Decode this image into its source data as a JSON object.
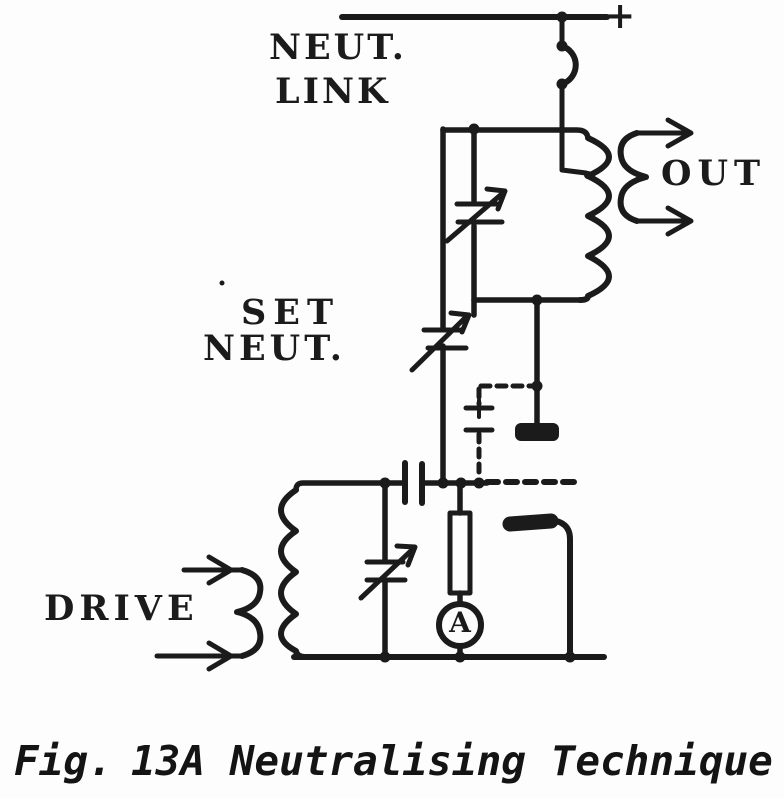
{
  "diagram": {
    "labels": {
      "neut": "NEUT.",
      "link": "LINK",
      "set": "SET",
      "set_neut": "NEUT.",
      "out": "OUT",
      "drive": "DRIVE",
      "supply_polarity": "+",
      "ammeter": "A"
    },
    "caption": {
      "fig_label": "Fig.",
      "title": "13A Neutralising Technique"
    },
    "colors": {
      "ink": "#1b1b1b",
      "paper": "#fdfdfd"
    }
  }
}
